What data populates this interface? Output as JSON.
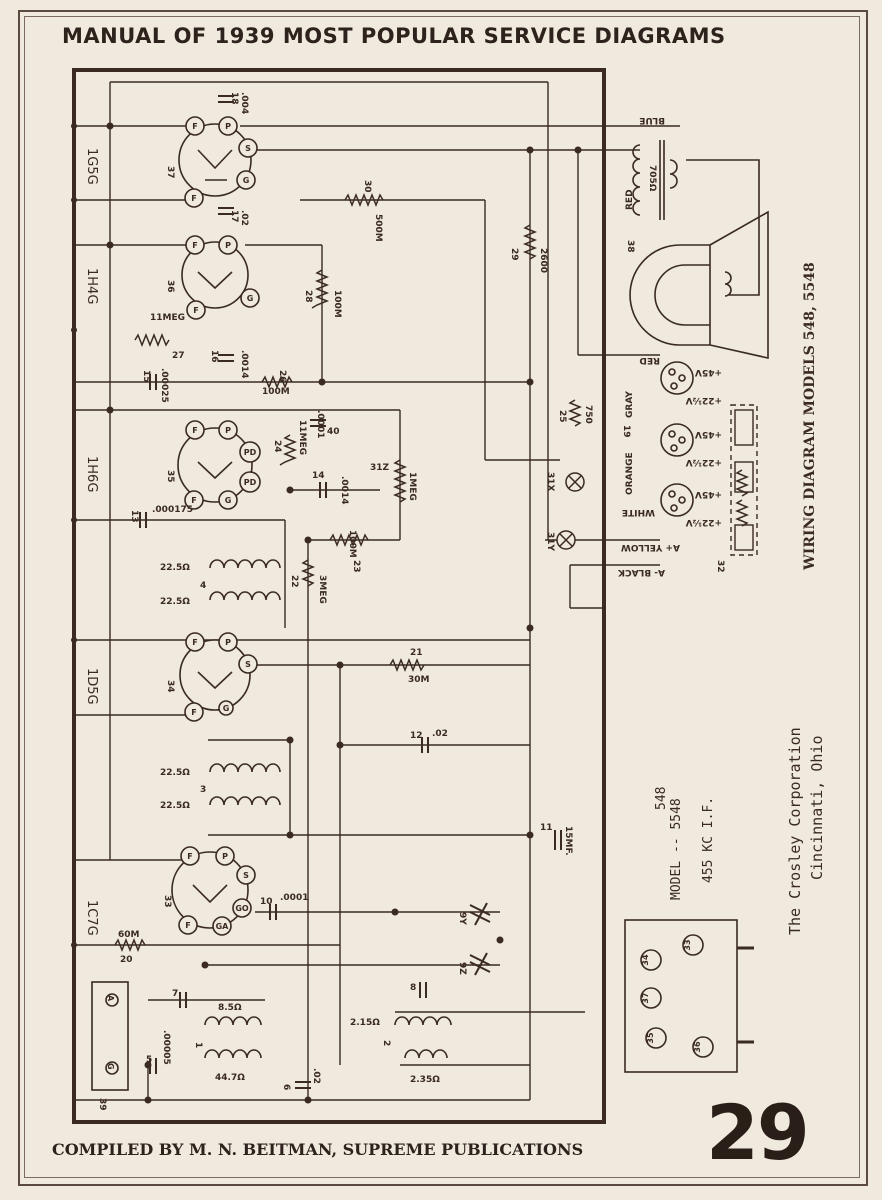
{
  "header": {
    "title": "MANUAL OF 1939 MOST POPULAR SERVICE DIAGRAMS"
  },
  "footer": {
    "compiled": "COMPILED BY M. N. BEITMAN, SUPREME PUBLICATIONS",
    "page_number": "29"
  },
  "side_title": "WIRING DIAGRAM MODELS 548, 5548",
  "model_info": {
    "line1": "548",
    "line2": "MODEL -- 5548",
    "line3": "455 KC I.F."
  },
  "company": {
    "line1": "The Crosley Corporation",
    "line2": "Cincinnati, Ohio"
  },
  "tubes": [
    {
      "ref": "37",
      "type": "1G5G"
    },
    {
      "ref": "36",
      "type": "1H4G"
    },
    {
      "ref": "35",
      "type": "1H6G"
    },
    {
      "ref": "34",
      "type": "1D5G"
    },
    {
      "ref": "33",
      "type": "1C7G"
    }
  ],
  "pins": {
    "f": "F",
    "p": "P",
    "g": "G",
    "s": "S",
    "pd": "PD",
    "go": "GO",
    "ga": "GA"
  },
  "components": {
    "c18": {
      "ref": "18",
      "value": ".004"
    },
    "c17": {
      "ref": "17",
      "value": ".02"
    },
    "r30": {
      "ref": "30",
      "value": "500M"
    },
    "r29": {
      "ref": "29",
      "value": "2600"
    },
    "r28": {
      "ref": "28",
      "value": "100M"
    },
    "r27": {
      "ref": "27",
      "value": "11MEG"
    },
    "c16": {
      "ref": "16",
      "value": ".0014"
    },
    "c15": {
      "ref": "15",
      "value": ".00025"
    },
    "r26": {
      "ref": "26",
      "value": "100M"
    },
    "r24": {
      "ref": "24",
      "value": "11MEG"
    },
    "c14": {
      "ref": "14",
      "value": ".0014"
    },
    "c40": {
      "ref": "40",
      "value": ".0001"
    },
    "v31z": {
      "ref": "31Z",
      "value": "1MEG"
    },
    "c13": {
      "ref": "13",
      "value": ".000175"
    },
    "r23": {
      "ref": "23",
      "value": "100M"
    },
    "t4": {
      "ref": "4",
      "value": "22.5Ω"
    },
    "t4b": {
      "ref": "",
      "value": "22.5Ω"
    },
    "r22": {
      "ref": "22",
      "value": "3MEG"
    },
    "r21": {
      "ref": "21",
      "value": "30M"
    },
    "c12": {
      "ref": "12",
      "value": ".02"
    },
    "t3": {
      "ref": "3",
      "value": "22.5Ω"
    },
    "t3b": {
      "ref": "",
      "value": "22.5Ω"
    },
    "c11": {
      "ref": "11",
      "value": "15MF."
    },
    "c10": {
      "ref": "10",
      "value": ".0001"
    },
    "r20": {
      "ref": "20",
      "value": "60M"
    },
    "c9y": {
      "ref": "9Y"
    },
    "c9z": {
      "ref": "9Z"
    },
    "c8": {
      "ref": "8"
    },
    "t2": {
      "ref": "2",
      "value": "2.15Ω"
    },
    "t2b": {
      "ref": "",
      "value": "2.35Ω"
    },
    "c7": {
      "ref": "7"
    },
    "t1": {
      "ref": "1",
      "value": "8.5Ω"
    },
    "t1b": {
      "ref": "",
      "value": "44.7Ω"
    },
    "c5": {
      "ref": "5",
      "value": ".00005"
    },
    "c6": {
      "ref": "6",
      "value": ".02"
    },
    "r25": {
      "ref": "25",
      "value": "750"
    },
    "ant": {
      "ref": "39",
      "a": "A",
      "g": "G"
    },
    "lamp31x": {
      "ref": "31X"
    },
    "lamp31y": {
      "ref": "31Y"
    },
    "spk": {
      "ref": "38"
    },
    "out_xfmr": {
      "value": "705Ω"
    },
    "battery": {
      "ref": "32"
    },
    "bplug": {
      "ref": "19"
    }
  },
  "wires": {
    "blue": "BLUE",
    "red": "RED",
    "red2": "RED",
    "gray": "GRAY",
    "orange": "ORANGE",
    "white": "WHITE",
    "a_plus": "A+ YELLOW",
    "a_minus": "A- BLACK"
  },
  "voltages": {
    "v45": "+45V",
    "v22": "+22½V"
  },
  "socket_layout": [
    "35",
    "37",
    "34",
    "36",
    "33"
  ]
}
